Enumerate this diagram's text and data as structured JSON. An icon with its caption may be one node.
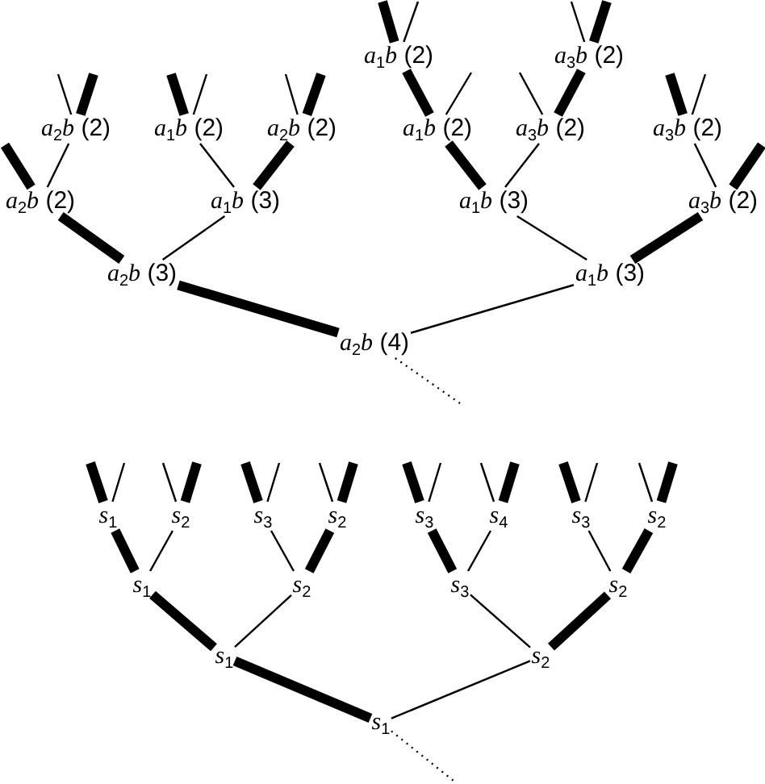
{
  "diagram": {
    "nodes": [
      {
        "text": [
          "*a*$_{1}$*b* (2)"
        ]
      },
      {
        "text": [
          "*a*$_{3}$*b* (2)"
        ]
      },
      {
        "text": [
          "*a*$_{2}$*b* (2)"
        ]
      },
      {
        "text": [
          "*a*$_{1}$*b* (2)"
        ]
      },
      {
        "text": [
          "*a*$_{2}$*b* (2)"
        ]
      },
      {
        "text": [
          "*a*$_{1}$*b* (2)"
        ]
      },
      {
        "text": [
          "*a*$_{3}$*b* (2)"
        ]
      },
      {
        "text": [
          "*a*$_{3}$*b* (2)"
        ]
      },
      {
        "text": [
          "*a*$_{2}$*b* (2)"
        ]
      },
      {
        "text": [
          "*a*$_{1}$*b* (3)"
        ]
      },
      {
        "text": [
          "*a*$_{1}$*b* (3)"
        ]
      },
      {
        "text": [
          "*a*$_{3}$*b* (2)"
        ]
      },
      {
        "text": [
          "*a*$_{2}$*b* (3)"
        ]
      },
      {
        "text": [
          "*a*$_{1}$*b* (3)"
        ]
      },
      {
        "text": [
          "*a*$_{2}$*b* (4)"
        ]
      },
      {
        "text": [
          "*s*$_{1}$"
        ]
      },
      {
        "text": [
          "*s*$_{2}$"
        ]
      },
      {
        "text": [
          "*s*$_{3}$"
        ]
      },
      {
        "text": [
          "*s*$_{2}$"
        ]
      },
      {
        "text": [
          "*s*$_{3}$"
        ]
      },
      {
        "text": [
          "*s*$_{4}$"
        ]
      },
      {
        "text": [
          "*s*$_{3}$"
        ]
      },
      {
        "text": [
          "*s*$_{2}$"
        ]
      },
      {
        "text": [
          "*s*$_{1}$"
        ]
      },
      {
        "text": [
          "*s*$_{2}$"
        ]
      },
      {
        "text": [
          "*s*$_{3}$"
        ]
      },
      {
        "text": [
          "*s*$_{2}$"
        ]
      },
      {
        "text": [
          "*s*$_{1}$"
        ]
      },
      {
        "text": [
          "*s*$_{2}$"
        ]
      },
      {
        "text": [
          "*s*$_{1}$"
        ]
      }
    ],
    "edges": [
      {
        "from": 14,
        "to": 12,
        "arrow": "none",
        "style": "thick"
      },
      {
        "from": 14,
        "to": 13,
        "arrow": "none"
      },
      {
        "from": 14,
        "to": null,
        "arrow": "none",
        "style": "dashed"
      },
      {
        "from": 12,
        "to": 8,
        "arrow": "none",
        "style": "thick"
      },
      {
        "from": 12,
        "to": 9,
        "arrow": "none"
      },
      {
        "from": 13,
        "to": 10,
        "arrow": "none"
      },
      {
        "from": 13,
        "to": 11,
        "arrow": "none",
        "style": "thick"
      },
      {
        "from": 8,
        "to": null,
        "arrow": "none",
        "style": "thick"
      },
      {
        "from": 8,
        "to": 2,
        "arrow": "none"
      },
      {
        "from": 9,
        "to": 3,
        "arrow": "none"
      },
      {
        "from": 9,
        "to": 4,
        "arrow": "none",
        "style": "thick"
      },
      {
        "from": 10,
        "to": 5,
        "arrow": "none",
        "style": "thick"
      },
      {
        "from": 10,
        "to": 6,
        "arrow": "none"
      },
      {
        "from": 11,
        "to": 7,
        "arrow": "none"
      },
      {
        "from": 11,
        "to": null,
        "arrow": "none",
        "style": "thick"
      },
      {
        "from": 2,
        "to": null,
        "arrow": "none"
      },
      {
        "from": 2,
        "to": null,
        "arrow": "none",
        "style": "thick"
      },
      {
        "from": 3,
        "to": null,
        "arrow": "none",
        "style": "thick"
      },
      {
        "from": 3,
        "to": null,
        "arrow": "none"
      },
      {
        "from": 4,
        "to": null,
        "arrow": "none"
      },
      {
        "from": 4,
        "to": null,
        "arrow": "none",
        "style": "thick"
      },
      {
        "from": 5,
        "to": 0,
        "arrow": "none",
        "style": "thick"
      },
      {
        "from": 5,
        "to": null,
        "arrow": "none"
      },
      {
        "from": 6,
        "to": null,
        "arrow": "none"
      },
      {
        "from": 6,
        "to": 1,
        "arrow": "none",
        "style": "thick"
      },
      {
        "from": 7,
        "to": null,
        "arrow": "none",
        "style": "thick"
      },
      {
        "from": 7,
        "to": null,
        "arrow": "none"
      },
      {
        "from": 0,
        "to": null,
        "arrow": "none",
        "style": "thick"
      },
      {
        "from": 0,
        "to": null,
        "arrow": "none"
      },
      {
        "from": 1,
        "to": null,
        "arrow": "none"
      },
      {
        "from": 1,
        "to": null,
        "arrow": "none",
        "style": "thick"
      },
      {
        "from": 29,
        "to": 27,
        "arrow": "none",
        "style": "thick"
      },
      {
        "from": 29,
        "to": 28,
        "arrow": "none"
      },
      {
        "from": 29,
        "to": null,
        "arrow": "none",
        "style": "dashed"
      },
      {
        "from": 27,
        "to": 23,
        "arrow": "none",
        "style": "thick"
      },
      {
        "from": 27,
        "to": 24,
        "arrow": "none"
      },
      {
        "from": 28,
        "to": 25,
        "arrow": "none"
      },
      {
        "from": 28,
        "to": 26,
        "arrow": "none",
        "style": "thick"
      },
      {
        "from": 23,
        "to": 15,
        "arrow": "none",
        "style": "thick"
      },
      {
        "from": 23,
        "to": 16,
        "arrow": "none"
      },
      {
        "from": 24,
        "to": 17,
        "arrow": "none"
      },
      {
        "from": 24,
        "to": 18,
        "arrow": "none",
        "style": "thick"
      },
      {
        "from": 25,
        "to": 19,
        "arrow": "none",
        "style": "thick"
      },
      {
        "from": 25,
        "to": 20,
        "arrow": "none"
      },
      {
        "from": 26,
        "to": 21,
        "arrow": "none"
      },
      {
        "from": 26,
        "to": 22,
        "arrow": "none",
        "style": "thick"
      },
      {
        "from": 15,
        "to": null,
        "arrow": "none",
        "style": "thick"
      },
      {
        "from": 15,
        "to": null,
        "arrow": "none"
      },
      {
        "from": 16,
        "to": null,
        "arrow": "none"
      },
      {
        "from": 16,
        "to": null,
        "arrow": "none",
        "style": "thick"
      },
      {
        "from": 17,
        "to": null,
        "arrow": "none",
        "style": "thick"
      },
      {
        "from": 17,
        "to": null,
        "arrow": "none"
      },
      {
        "from": 18,
        "to": null,
        "arrow": "none"
      },
      {
        "from": 18,
        "to": null,
        "arrow": "none",
        "style": "thick"
      },
      {
        "from": 19,
        "to": null,
        "arrow": "none",
        "style": "thick"
      },
      {
        "from": 19,
        "to": null,
        "arrow": "none"
      },
      {
        "from": 20,
        "to": null,
        "arrow": "none"
      },
      {
        "from": 20,
        "to": null,
        "arrow": "none",
        "style": "thick"
      },
      {
        "from": 21,
        "to": null,
        "arrow": "none",
        "style": "thick"
      },
      {
        "from": 21,
        "to": null,
        "arrow": "none"
      },
      {
        "from": 22,
        "to": null,
        "arrow": "none"
      },
      {
        "from": 22,
        "to": null,
        "arrow": "none",
        "style": "thick"
      }
    ]
  }
}
